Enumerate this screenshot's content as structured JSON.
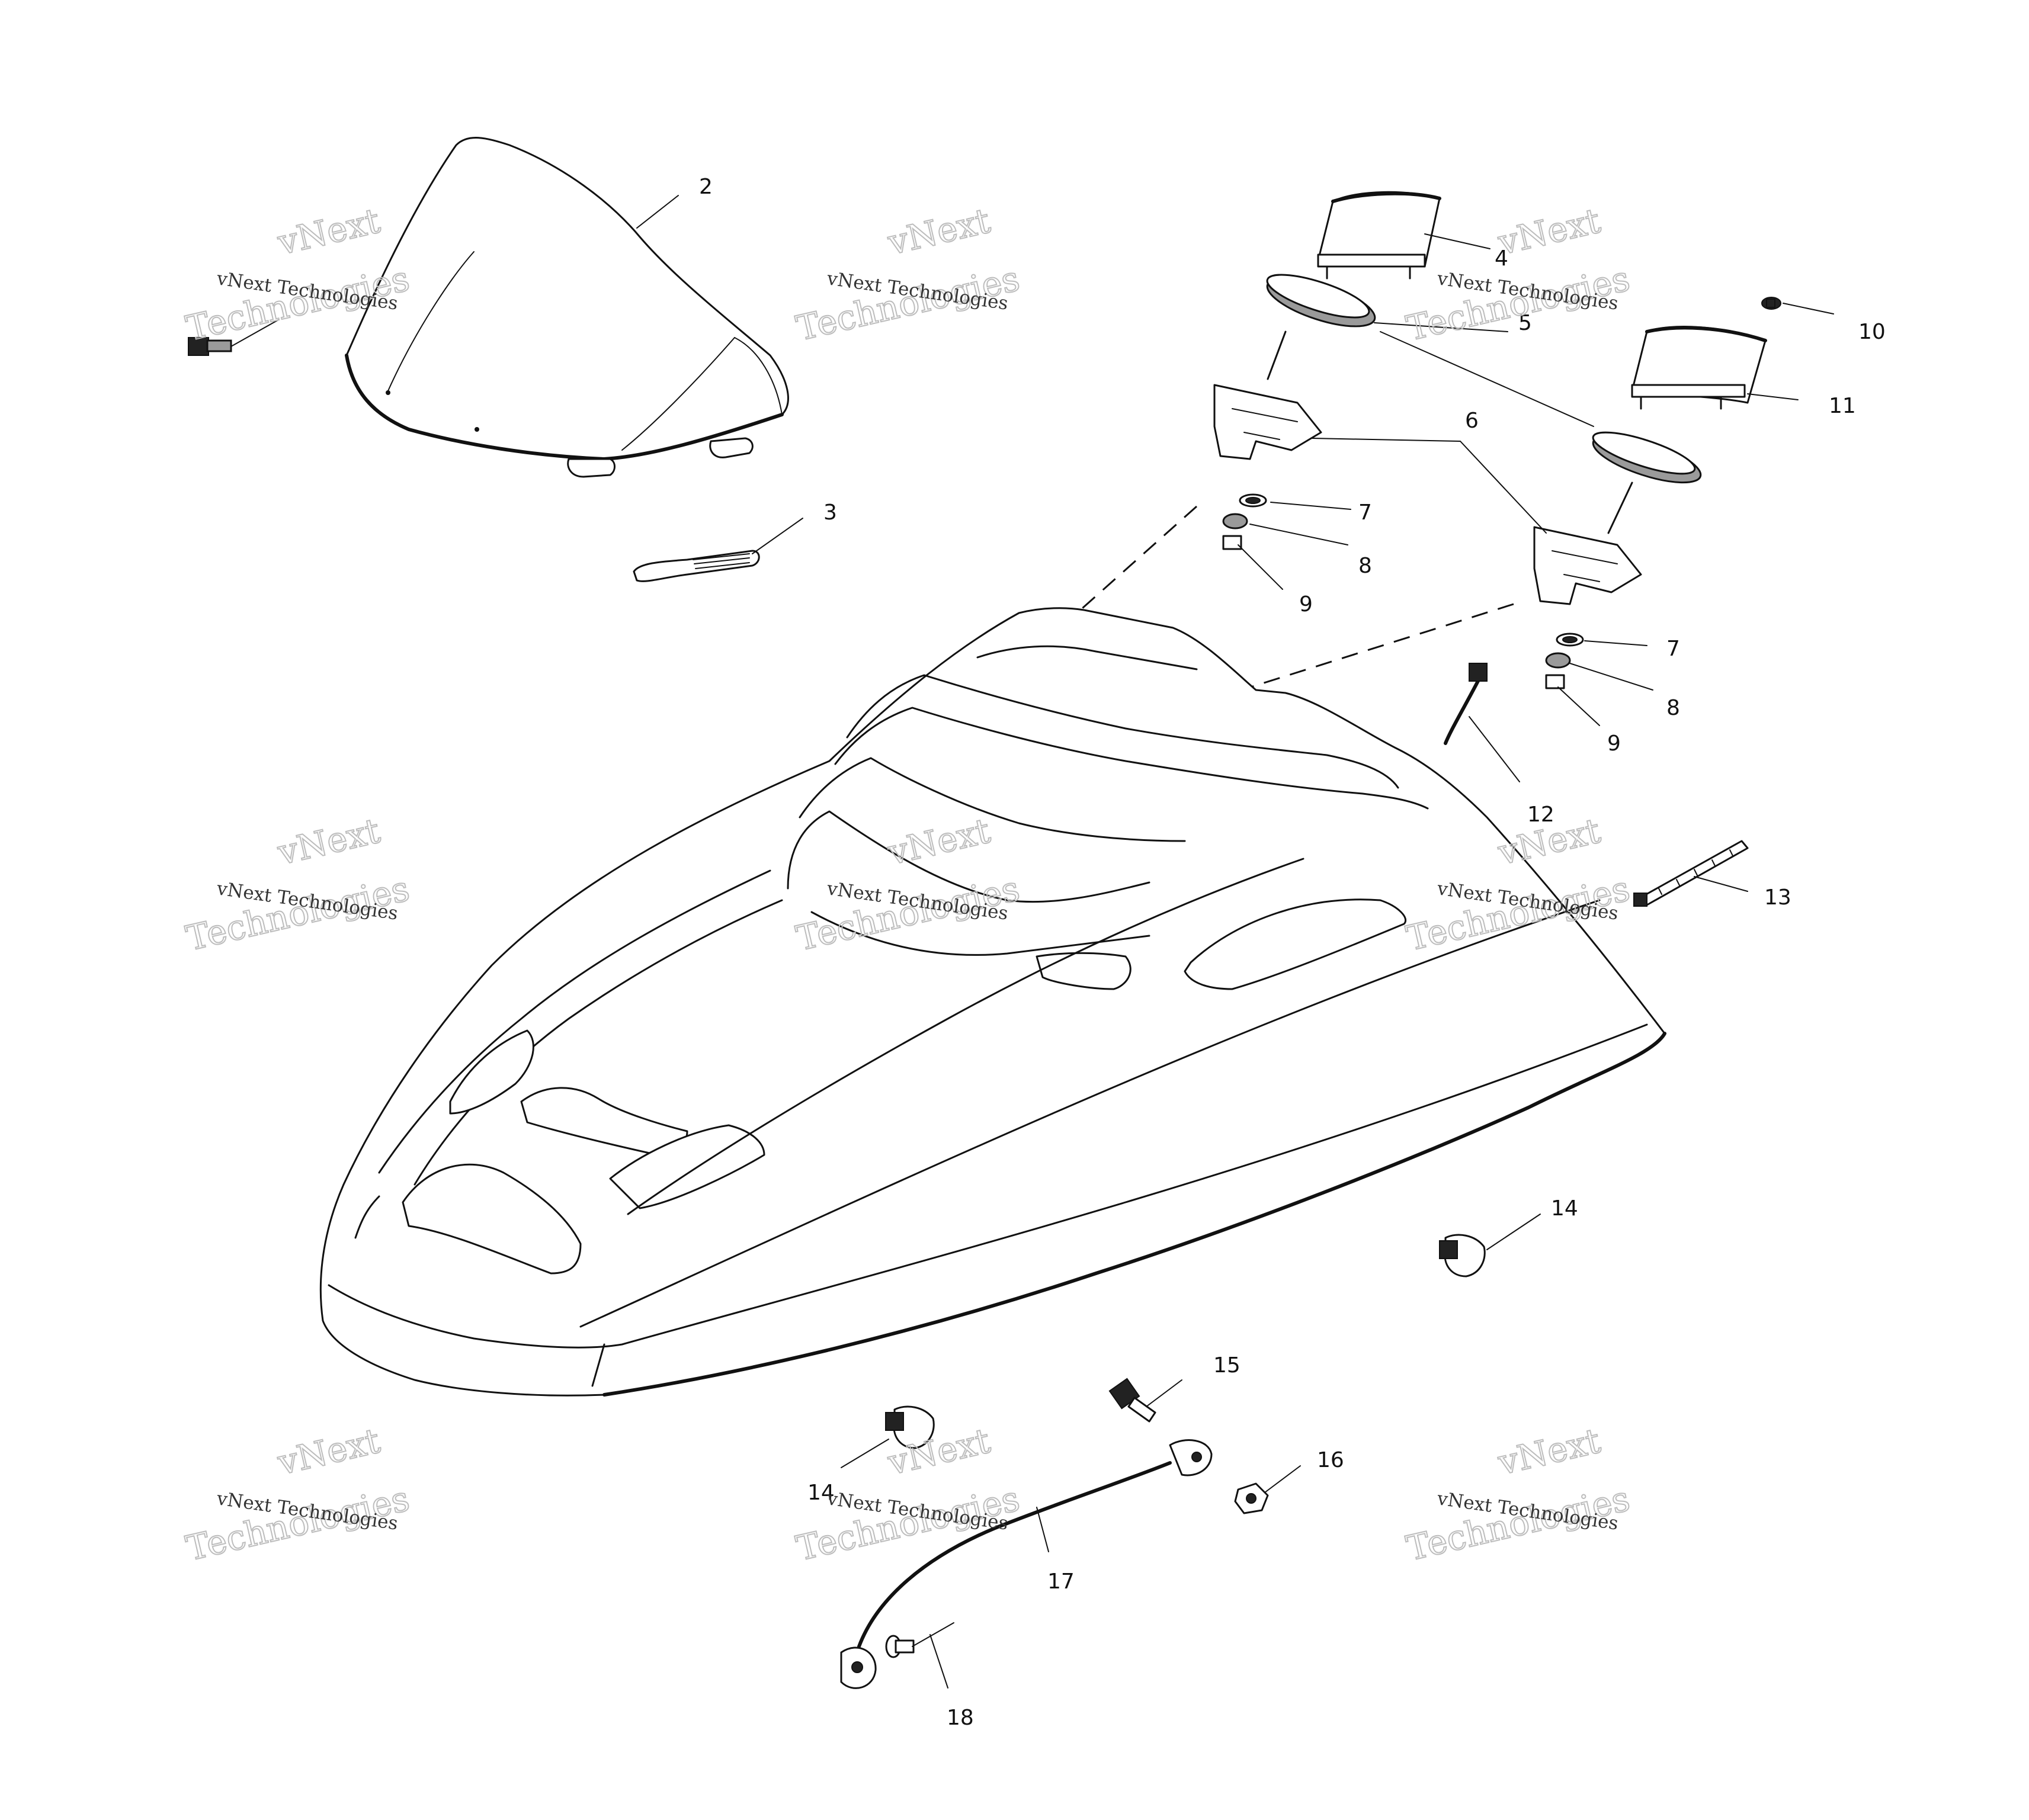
{
  "callouts": [
    {
      "id": "2",
      "text": "2"
    },
    {
      "id": "3",
      "text": "3"
    },
    {
      "id": "4",
      "text": "4"
    },
    {
      "id": "5",
      "text": "5"
    },
    {
      "id": "6",
      "text": "6"
    },
    {
      "id": "7a",
      "text": "7"
    },
    {
      "id": "8a",
      "text": "8"
    },
    {
      "id": "9a",
      "text": "9"
    },
    {
      "id": "10",
      "text": "10"
    },
    {
      "id": "11",
      "text": "11"
    },
    {
      "id": "7b",
      "text": "7"
    },
    {
      "id": "8b",
      "text": "8"
    },
    {
      "id": "9b",
      "text": "9"
    },
    {
      "id": "12",
      "text": "12"
    },
    {
      "id": "13",
      "text": "13"
    },
    {
      "id": "14a",
      "text": "14"
    },
    {
      "id": "15",
      "text": "15"
    },
    {
      "id": "16",
      "text": "16"
    },
    {
      "id": "14b",
      "text": "14"
    },
    {
      "id": "17",
      "text": "17"
    },
    {
      "id": "18",
      "text": "18"
    }
  ],
  "watermark": {
    "line1": "vNext Technologies",
    "line2": "vNext",
    "line3": "Technologies"
  }
}
